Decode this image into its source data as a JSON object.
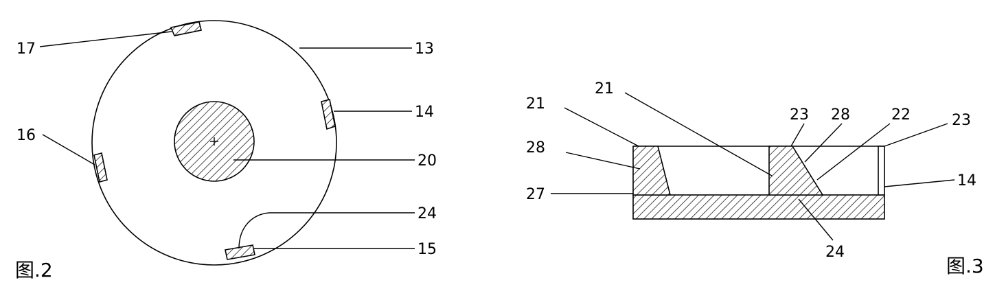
{
  "figure2": {
    "caption": "图.2",
    "labels": {
      "l17": "17",
      "l13": "13",
      "l14": "14",
      "l16": "16",
      "l20": "20",
      "l24": "24",
      "l15": "15"
    }
  },
  "figure3": {
    "caption": "图.3",
    "labels": {
      "l21a": "21",
      "l21b": "21",
      "l23a": "23",
      "l28a": "28",
      "l22": "22",
      "l23b": "23",
      "l28b": "28",
      "l27": "27",
      "l14": "14",
      "l24": "24"
    }
  },
  "colors": {
    "ink": "#000000",
    "paper": "#ffffff"
  }
}
